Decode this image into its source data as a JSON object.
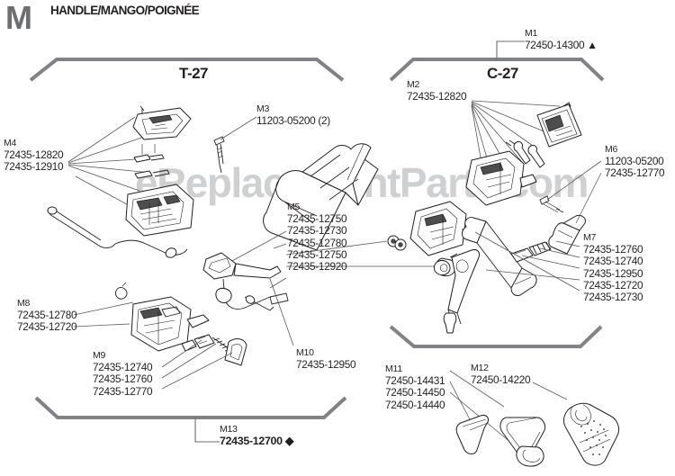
{
  "header": {
    "section_letter": "M",
    "title": "HANDLE/MANGO/POIGNÉE"
  },
  "watermark": "eReplacementParts.com",
  "sections": {
    "left_name": "T-27",
    "right_name": "C-27"
  },
  "callouts": [
    {
      "id": "M1",
      "tag": "M1",
      "codes": [
        "72450-14300 ▲"
      ],
      "bold": false
    },
    {
      "id": "M2",
      "tag": "M2",
      "codes": [
        "72435-12820"
      ],
      "bold": false
    },
    {
      "id": "M3",
      "tag": "M3",
      "codes": [
        "11203-05200 (2)"
      ],
      "bold": false
    },
    {
      "id": "M4",
      "tag": "M4",
      "codes": [
        "72435-12820",
        "72435-12910"
      ],
      "bold": false
    },
    {
      "id": "M5",
      "tag": "M5",
      "codes": [
        "72435-12750",
        "72435-12730",
        "72435-12780",
        "72435-12750",
        "72435-12920"
      ],
      "bold": false
    },
    {
      "id": "M6",
      "tag": "M6",
      "codes": [
        "11203-05200",
        "72435-12770"
      ],
      "bold": false
    },
    {
      "id": "M7",
      "tag": "M7",
      "codes": [
        "72435-12760",
        "72435-12740",
        "72435-12950",
        "72435-12720",
        "72435-12730"
      ],
      "bold": false
    },
    {
      "id": "M8",
      "tag": "M8",
      "codes": [
        "72435-12780",
        "72435-12720"
      ],
      "bold": false
    },
    {
      "id": "M9",
      "tag": "M9",
      "codes": [
        "72435-12740",
        "72435-12760",
        "72435-12770"
      ],
      "bold": false
    },
    {
      "id": "M10",
      "tag": "M10",
      "codes": [
        "72435-12950"
      ],
      "bold": false
    },
    {
      "id": "M11",
      "tag": "M11",
      "codes": [
        "72450-14431",
        "72450-14450",
        "72450-14440"
      ],
      "bold": false
    },
    {
      "id": "M12",
      "tag": "M12",
      "codes": [
        "72450-14220"
      ],
      "bold": false
    },
    {
      "id": "M13",
      "tag": "M13",
      "codes": [
        "72435-12700 ◆"
      ],
      "bold": true
    }
  ],
  "colors": {
    "bracket": "#808285",
    "text": "#231f20",
    "section_letter": "#6d6e71",
    "watermark": "#bcbec0",
    "leader": "#58595b"
  }
}
